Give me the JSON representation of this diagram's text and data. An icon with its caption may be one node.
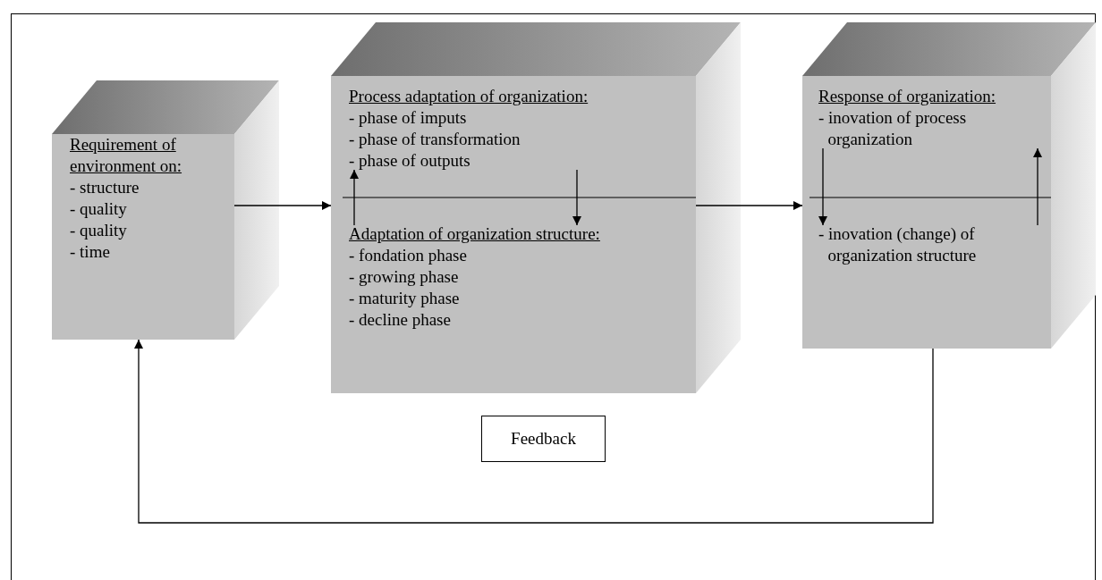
{
  "diagram": {
    "nodes": [
      {
        "text": [
          "Requirement of environment on:",
          "- structure",
          "- quality",
          "- quality",
          "- time"
        ]
      },
      {
        "text": [],
        "shape": "box"
      },
      {
        "text": [
          "Process adaptation of organization:",
          "- phase of imputs",
          "- phase of transformation",
          "- phase of outputs"
        ],
        "in": 1
      },
      {
        "text": [
          "Adaptation of organization structure:",
          "- fondation phase",
          "- growing phase",
          "- maturity phase",
          "- decline phase"
        ],
        "in": 1
      },
      {
        "text": [],
        "shape": "box"
      },
      {
        "text": [
          "Response of organization:",
          "- inovation of process organization"
        ],
        "in": 4
      },
      {
        "text": [
          "- inovation (change) of organization structure"
        ],
        "in": 4
      },
      {
        "text": [
          "Feedback"
        ]
      }
    ],
    "edges": [
      {
        "from": 0,
        "to": 1,
        "arrow": "to"
      },
      {
        "from": 1,
        "to": 4,
        "arrow": "to"
      },
      {
        "from": 4,
        "to": 0,
        "arrow": "to"
      },
      {
        "from": 3,
        "to": 2,
        "arrow": "to"
      },
      {
        "from": 2,
        "to": 3,
        "arrow": "to"
      },
      {
        "from": 5,
        "to": 6,
        "arrow": "to"
      },
      {
        "from": 6,
        "to": 5,
        "arrow": "to"
      }
    ]
  }
}
